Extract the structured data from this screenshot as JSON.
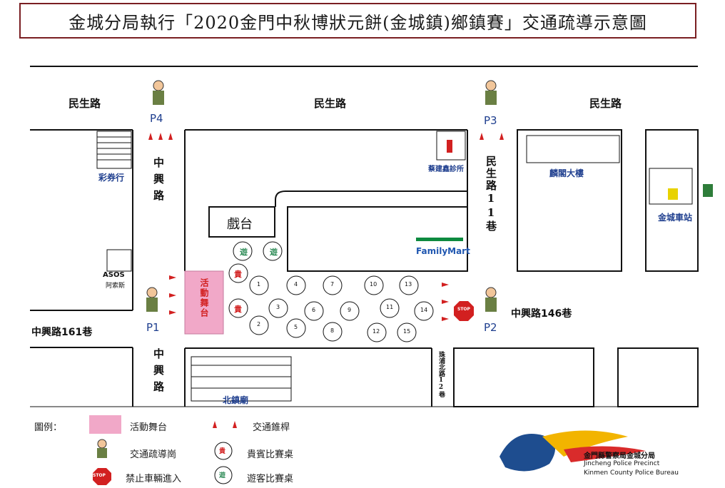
{
  "title": "金城分局執行「2020金門中秋博狀元餅(金城鎮)鄉鎮賽」交通疏導示意圖",
  "roads": {
    "minsheng_left": "民生路",
    "minsheng_center": "民生路",
    "minsheng_right": "民生路",
    "zhongxing_upper": "中興路",
    "zhongxing_lower": "中興路",
    "minsheng_lane11": "民生路11巷",
    "zhongxing_161": "中興路161巷",
    "zhongxing_146": "中興路146巷",
    "zhunan_12": "珠浦北路12巷"
  },
  "posts": {
    "p1": "P1",
    "p2": "P2",
    "p3": "P3",
    "p4": "P4"
  },
  "places": {
    "caiquanhang": "彩券行",
    "clinic": "蔡建鑫診所",
    "linge": "麟閣大樓",
    "station": "金城車站",
    "stage": "戲台",
    "familymart": "FamilyMart",
    "asos": "ASOS",
    "asos_sub": "阿索斯",
    "beizhen": "北鎮廟",
    "event_stage": "活動舞台"
  },
  "tables": {
    "guest_label": "遊",
    "vip_label": "貴",
    "numbers": [
      "1",
      "2",
      "3",
      "4",
      "5",
      "6",
      "7",
      "8",
      "9",
      "10",
      "11",
      "12",
      "13",
      "14",
      "15"
    ]
  },
  "legend": {
    "title": "圖例：",
    "event_stage": "活動舞台",
    "traffic_post": "交通疏導崗",
    "stop": "禁止車輛進入",
    "cone": "交通錐桿",
    "vip_table": "貴賓比賽桌",
    "guest_table": "遊客比賽桌",
    "stop_sign": "STOP"
  },
  "logo": {
    "cn": "金門縣警察局金城分局",
    "en1": "Jincheng Police Precinct",
    "en2": "Kinmen County Police Bureau"
  },
  "colors": {
    "stage_pink": "#f1a8c8",
    "cone_red": "#d22020",
    "road_line": "#111111",
    "label_blue": "#1f3f8f"
  }
}
